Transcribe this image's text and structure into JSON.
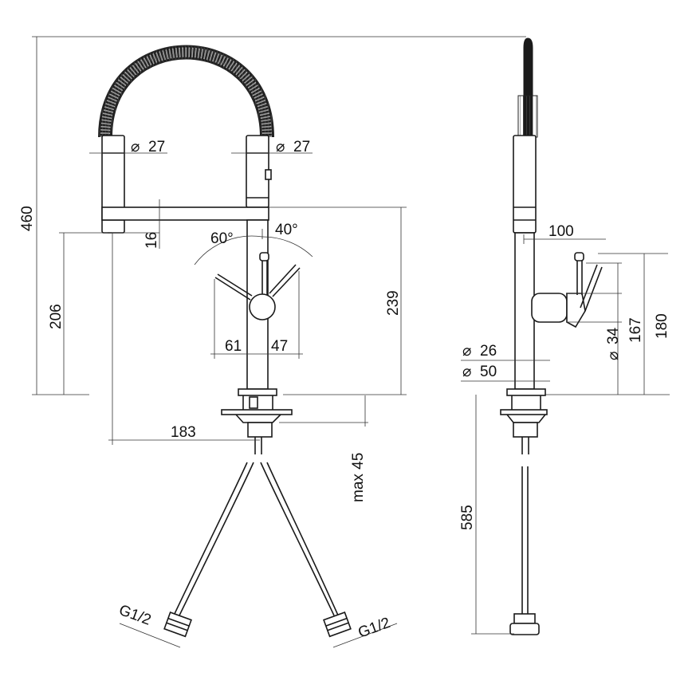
{
  "front_view": {
    "height_overall": "460",
    "spout_reach": "206",
    "spout_height": "239",
    "spout_dia_left": "27",
    "spout_dia_right": "27",
    "spray_offset": "16",
    "lever_angle_left": "60°",
    "lever_angle_right": "40°",
    "lever_left_reach": "61",
    "lever_right_reach": "47",
    "projection": "183",
    "deck_thickness": "max 45",
    "connector_left": "G1/2",
    "connector_right": "G1/2"
  },
  "side_view": {
    "handle_projection": "100",
    "lever_height_low": "167",
    "lever_height_high": "180",
    "body_dia": "34",
    "neck_dia": "26",
    "base_dia": "50",
    "hose_length": "585"
  },
  "symbols": {
    "diameter": "⌀"
  }
}
